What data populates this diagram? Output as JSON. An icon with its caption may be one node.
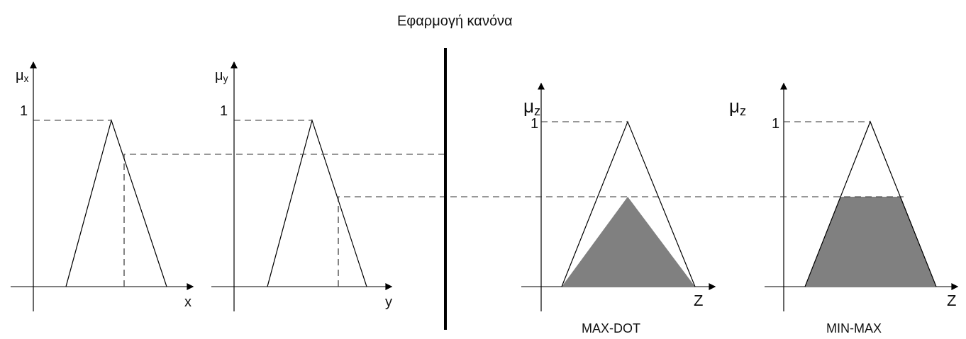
{
  "diagram": {
    "title": "Εφαρμογή κανόνα",
    "labels": [
      "μ$_{x}$",
      "1",
      "x",
      "μ$_{y}$",
      "1",
      "y",
      "μ$_{z}$",
      "1",
      "Z",
      "MAX-DOT",
      "μ$_{z}$",
      "1",
      "Z",
      "MIN-MAX"
    ]
  }
}
